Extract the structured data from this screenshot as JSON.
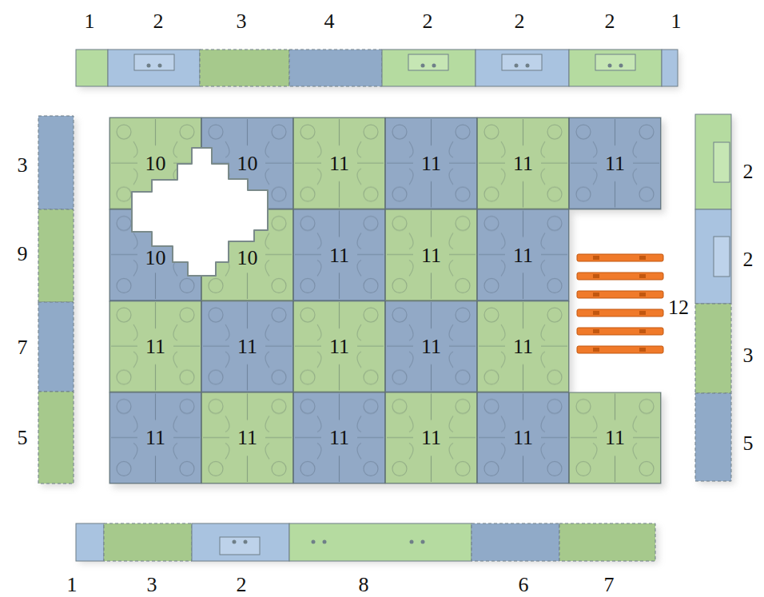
{
  "diagram": {
    "labels": [
      "1",
      "2",
      "3",
      "4",
      "2",
      "2",
      "2",
      "1",
      "3",
      "9",
      "7",
      "5",
      "10",
      "10",
      "11",
      "11",
      "11",
      "11",
      "10",
      "10",
      "11",
      "11",
      "11",
      "11",
      "11",
      "11",
      "11",
      "11",
      "11",
      "11",
      "11",
      "11",
      "11",
      "11",
      "2",
      "2",
      "3",
      "5",
      "12",
      "1",
      "3",
      "2",
      "8",
      "6",
      "7"
    ]
  }
}
